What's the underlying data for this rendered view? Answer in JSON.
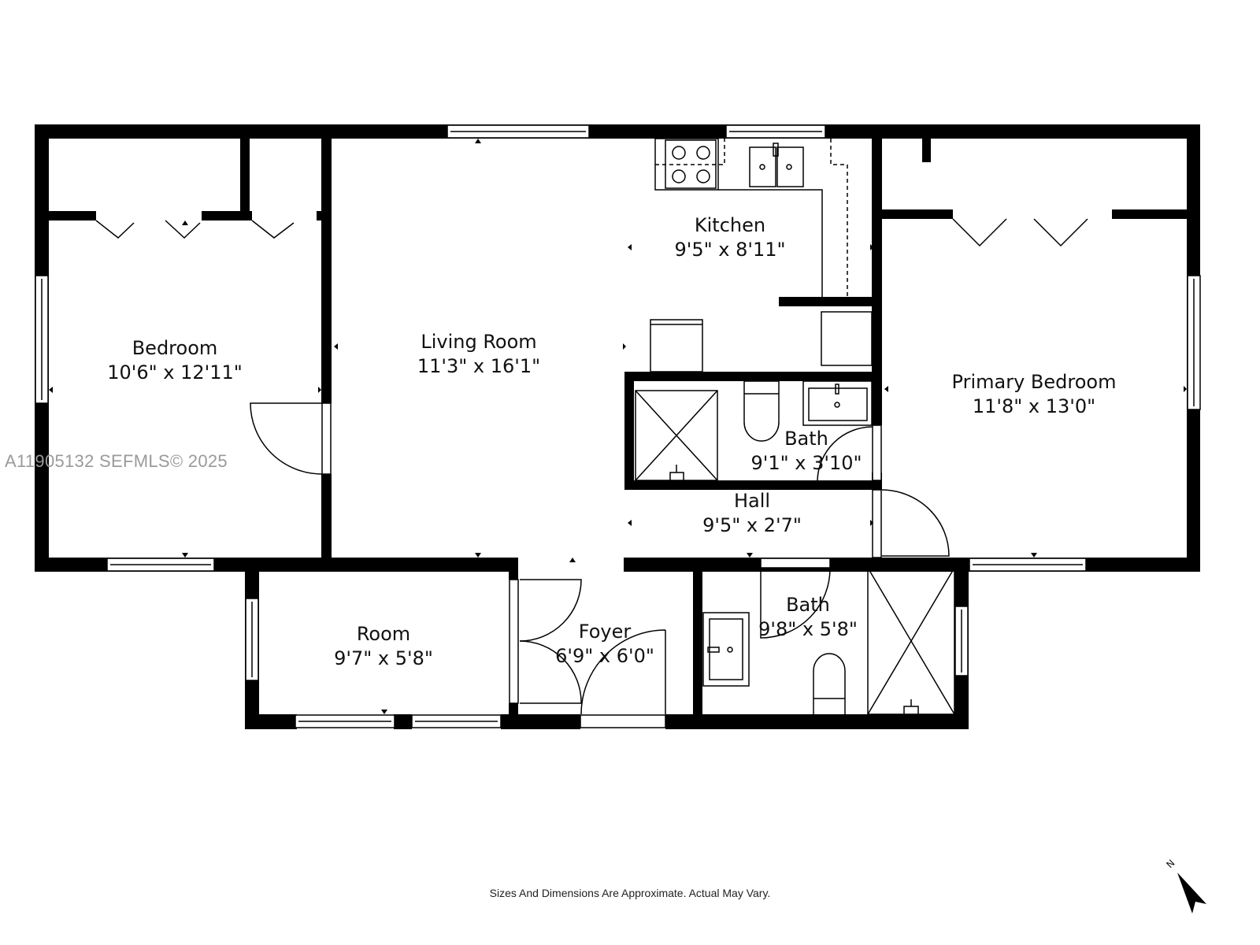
{
  "plan": {
    "rooms": [
      {
        "name": "Bedroom",
        "dims": "10'6\" x 12'11\""
      },
      {
        "name": "Living Room",
        "dims": "11'3\" x 16'1\""
      },
      {
        "name": "Kitchen",
        "dims": "9'5\" x 8'11\""
      },
      {
        "name": "Primary Bedroom",
        "dims": "11'8\" x 13'0\""
      },
      {
        "name": "Bath",
        "dims": "9'1\" x 3'10\""
      },
      {
        "name": "Hall",
        "dims": "9'5\" x 2'7\""
      },
      {
        "name": "Room",
        "dims": "9'7\" x 5'8\""
      },
      {
        "name": "Foyer",
        "dims": "6'9\" x 6'0\""
      },
      {
        "name": "Bath",
        "dims": "9'8\" x 5'8\""
      }
    ],
    "watermark": "A11905132  SEFMLS© 2025",
    "disclaimer": "Sizes And Dimensions Are Approximate. Actual May Vary.",
    "compass": {
      "label": "N",
      "icon": "north-arrow-icon"
    },
    "colors": {
      "wall": "#000000",
      "background": "#ffffff",
      "watermark": "#9a9a9a"
    }
  }
}
